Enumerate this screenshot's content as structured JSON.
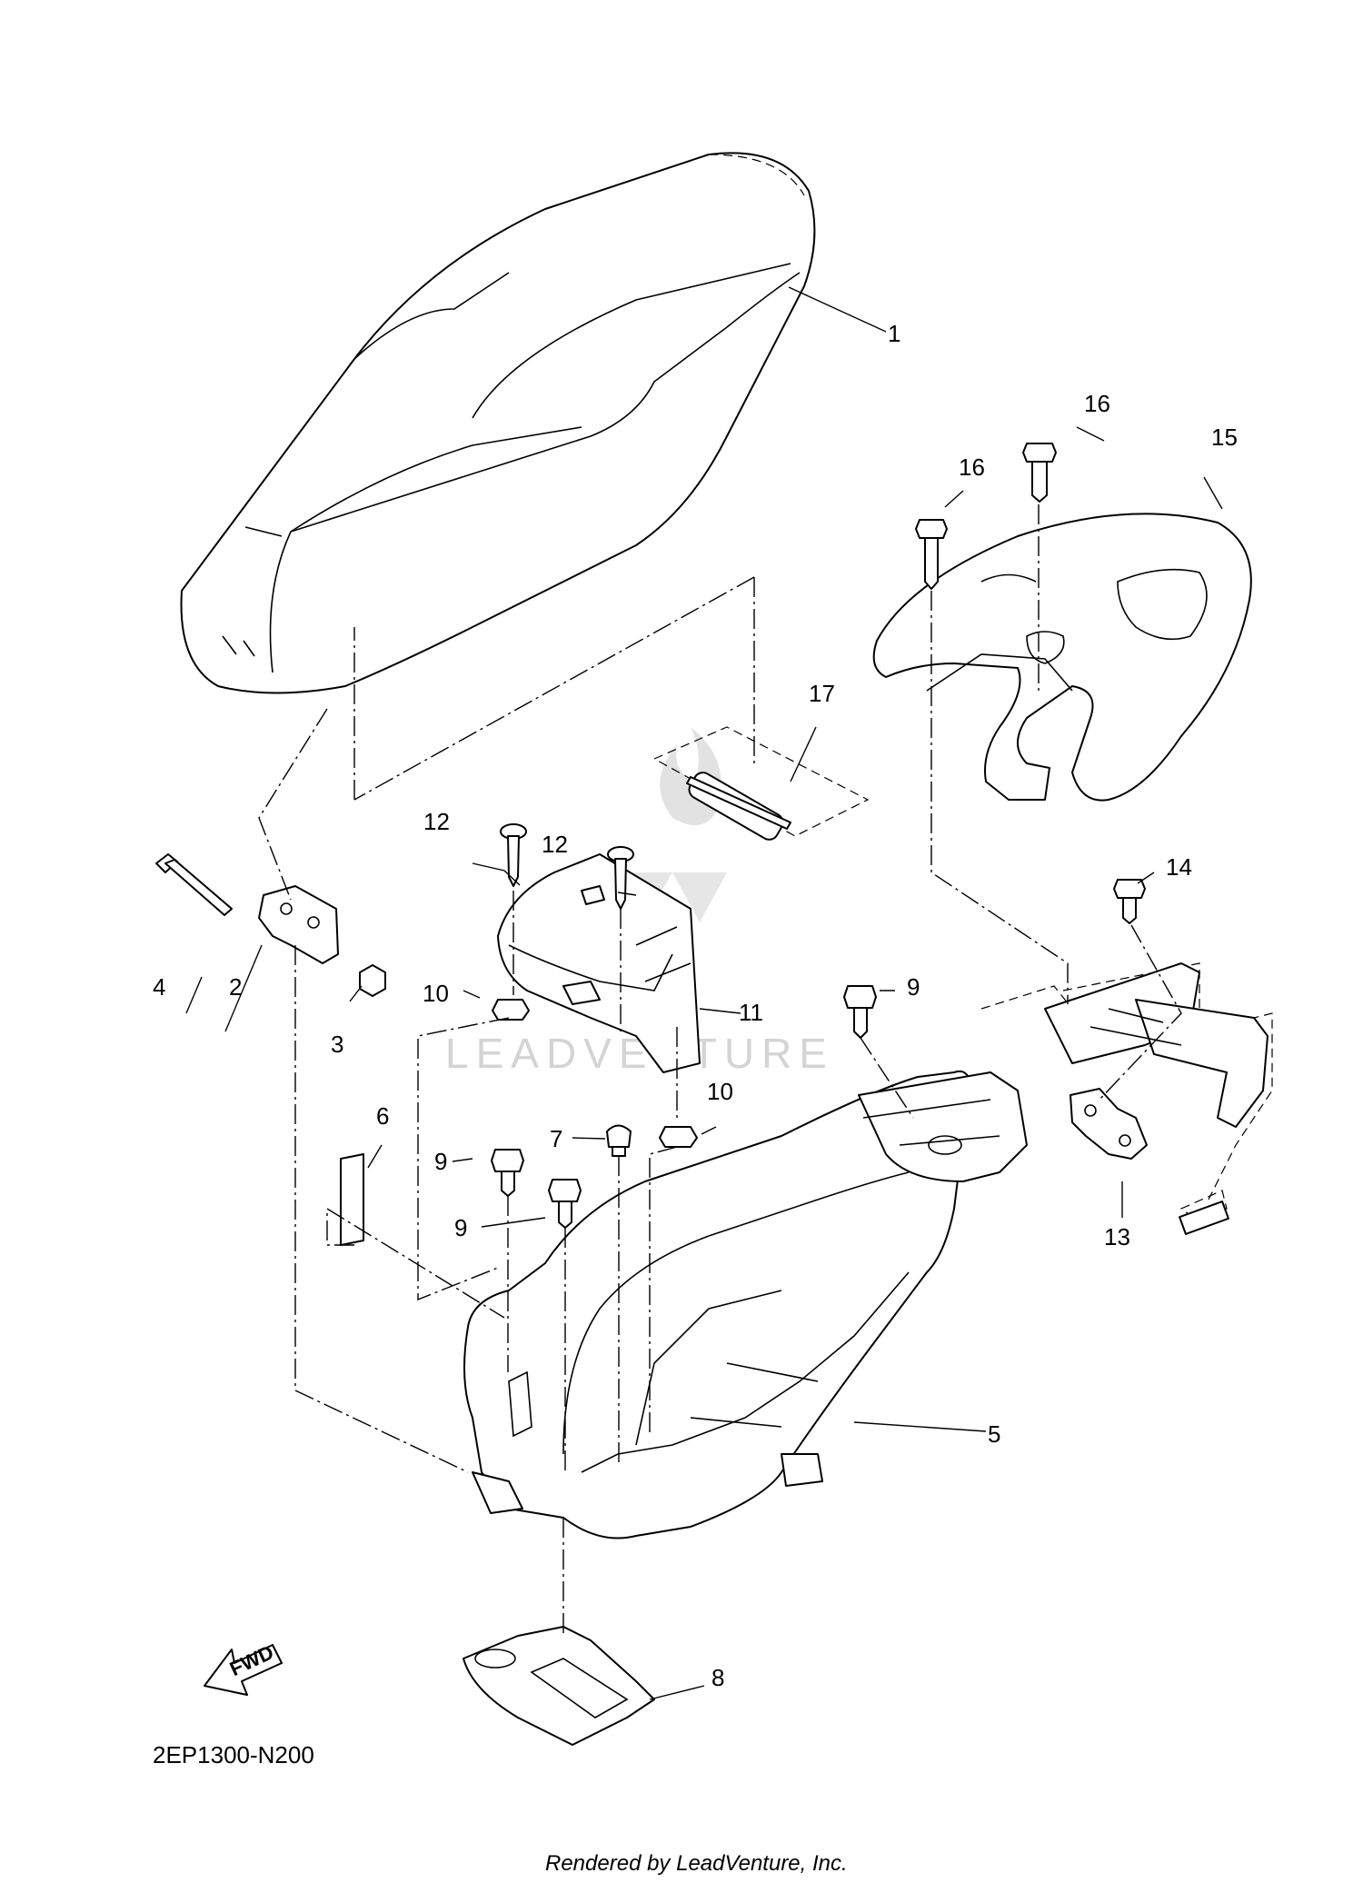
{
  "diagram": {
    "reference_code": "2EP1300-N200",
    "footer": "Rendered by LeadVenture, Inc.",
    "watermark": "LEADVENTURE",
    "fwd_label": "FWD",
    "callouts": [
      "1",
      "2",
      "3",
      "4",
      "5",
      "6",
      "7",
      "8",
      "9",
      "9",
      "9",
      "10",
      "10",
      "11",
      "12",
      "12",
      "13",
      "14",
      "15",
      "16",
      "16",
      "17"
    ]
  },
  "colors": {
    "line": "#000000",
    "watermark": "#d4d4d4",
    "background": "#ffffff"
  }
}
